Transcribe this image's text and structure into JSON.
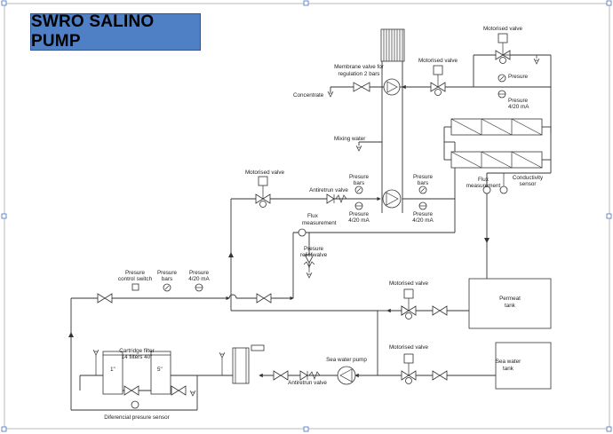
{
  "title": "SWRO SALINO PUMP",
  "labels": {
    "membrane_valve": [
      "Membrane valve for",
      "regulation 2 bars"
    ],
    "concentrate": "Concentrate",
    "motorised_valve": "Motorised valve",
    "presure": "Presure",
    "presure_bars": [
      "Presure",
      "bars"
    ],
    "presure_ma": [
      "Presure",
      "4/20 mA"
    ],
    "presure_ma_inline": "4/20 mA",
    "mixing_water": "Mixing water",
    "antiretrun_valve": "Antiretrun valve",
    "flux_measurement": [
      "Flux",
      "measurement"
    ],
    "conductivity_sensor": [
      "Conductivity",
      "sensor"
    ],
    "presure_relief_valve": [
      "Presure",
      "relief valve"
    ],
    "presure_control_switch": [
      "Presure",
      "control switch"
    ],
    "permeat_tank": [
      "Permeat",
      "tank"
    ],
    "sea_water_tank": [
      "Sea water",
      "tank"
    ],
    "sea_water_pump": "Sea water pump",
    "cartridge_filter": [
      "Cartridge filter",
      "14 filters 40\""
    ],
    "filter_left": "1\"",
    "filter_right": "5\"",
    "diferencial_presure_sensor": "Diferencial presure sensor"
  },
  "colors": {
    "title_background": "#4f7fc4",
    "line": "#333333",
    "selection_handle": "#4472c4",
    "background": "#ffffff"
  },
  "icons": [
    "motorised-valve-icon",
    "gate-valve-icon",
    "check-valve-icon",
    "pump-icon",
    "pressure-gauge-icon",
    "pressure-transmitter-icon",
    "flow-sensor-icon",
    "drain-icon",
    "membrane-vessel-icon",
    "filter-housing-icon",
    "motor-icon"
  ]
}
